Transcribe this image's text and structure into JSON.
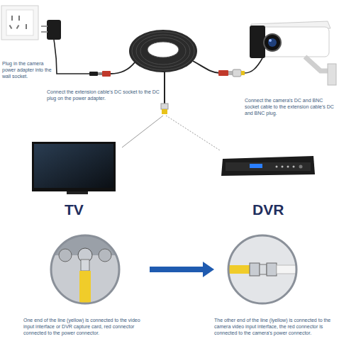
{
  "diagram": {
    "nodes": [
      {
        "text": [
          "TV"
        ]
      },
      {
        "text": [
          "DVR"
        ]
      },
      {
        "text": [
          "One end of the line (yellow) is connected to the video input interface or DVR capture card, red connector connected to the power connector."
        ]
      },
      {
        "text": [
          "The other end of the line (lyellow) is connected to the camera video input interface, the red connector is connected to the camera's power connector."
        ]
      }
    ],
    "edges": [
      {
        "from": 2,
        "to": 3,
        "arrow": "to"
      }
    ],
    "labels": [
      "Plug in the camera power adapter into the wall socket.",
      "Connect the extension cable's DC socket to the DC plug on the power adapter.",
      "Connect the camera's DC and BNC socket cable to the extension cable's DC and BNC plug."
    ]
  }
}
